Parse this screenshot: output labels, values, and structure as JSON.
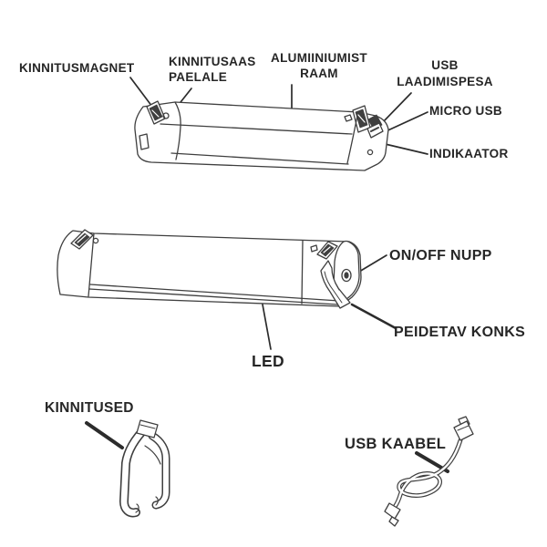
{
  "colors": {
    "background": "#ffffff",
    "line_art": "#3f3f3f",
    "label_text": "#262626"
  },
  "callouts": {
    "kinnitusmagnet": {
      "label": "KINNITUSMAGNET"
    },
    "kinnitusaas": {
      "line1": "KINNITUSAAS",
      "line2": "PAELALE"
    },
    "raam": {
      "line1": "ALUMIINIUMIST",
      "line2": "RAAM"
    },
    "usb_laadimispesa": {
      "line1": "USB",
      "line2": "LAADIMISPESA"
    },
    "micro_usb": {
      "label": "MICRO USB"
    },
    "indikaator": {
      "label": "INDIKAATOR"
    },
    "onoff_nupp": {
      "label": "ON/OFF NUPP"
    },
    "peidetav_konks": {
      "label": "PEIDETAV KONKS"
    },
    "led": {
      "label": "LED"
    },
    "kinnitused": {
      "label": "KINNITUSED"
    },
    "usb_kaabel": {
      "label": "USB KAABEL"
    }
  }
}
